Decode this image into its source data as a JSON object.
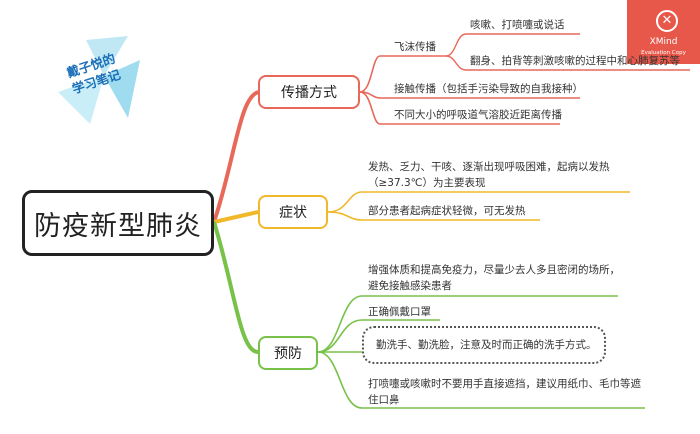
{
  "root": {
    "title": "防疫新型肺炎"
  },
  "tag": {
    "line1": "戴子悦的",
    "line2": "学习笔记"
  },
  "logo": {
    "name": "XMind",
    "subtitle": "Evaluation Copy"
  },
  "branches": [
    {
      "label": "传播方式",
      "color": "#e8685a"
    },
    {
      "label": "症状",
      "color": "#f0b82a"
    },
    {
      "label": "预防",
      "color": "#78c24a"
    }
  ],
  "transmission": {
    "droplet": "飞沫传播",
    "droplet_items": [
      "咳嗽、打喷嚏或说话",
      "翻身、拍背等刺激咳嗽的过程中和心肺复苏等"
    ],
    "contact": "接触传播（包括手污染导致的自我接种）",
    "aerosol": "不同大小的呼吸道气溶胶近距离传播"
  },
  "symptoms": {
    "item1": "发热、乏力、干咳、逐渐出现呼吸困难，起病以发热（≥37.3℃）为主要表现",
    "item2": "部分患者起病症状轻微，可无发热"
  },
  "prevention": {
    "item1": "增强体质和提高免疫力，尽量少去人多且密闭的场所，避免接触感染患者",
    "item2": "正确佩戴口罩",
    "item3": "勤洗手、勤洗脸，注意及时而正确的洗手方式。",
    "item4": "打喷嚏或咳嗽时不要用手直接遮挡，建议用纸巾、毛巾等遮住口鼻"
  }
}
